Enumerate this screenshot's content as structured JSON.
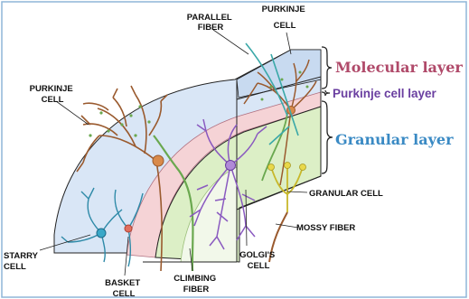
{
  "labels": {
    "parallel_fiber": [
      "PARALLEL",
      "FIBER"
    ],
    "purkinje_cell_top": [
      "PURKINJE",
      "CELL"
    ],
    "purkinje_cell_left": [
      "PURKINJE",
      "CELL"
    ],
    "granular_cell": "GRANULAR CELL",
    "mossy_fiber": "MOSSY FIBER",
    "golgi_cell": [
      "GOLGI'S",
      "CELL"
    ],
    "climbing_fiber": [
      "CLIMBING",
      "FIBER"
    ],
    "basket_cell": [
      "BASKET",
      "CELL"
    ],
    "starry_cell": [
      "STARRY",
      "CELL"
    ]
  },
  "layers": {
    "molecular": "Molecular layer",
    "purkinje": "Purkinje cell layer",
    "granular": "Granular layer"
  },
  "colors": {
    "molecular_layer": "#d9e6f6",
    "purkinje_layer": "#f5d3d6",
    "granular_layer": "#dcefc6",
    "molecular_text": "#b04a6a",
    "purkinje_text": "#6a3fa0",
    "granular_text": "#3a8ac4",
    "purkinje_dendrite": "#9a5a2e",
    "golgi": "#8a5ac0",
    "basket_starry": "#2e8aa8",
    "climbing": "#6aa84f",
    "granule": "#d8c83a",
    "frame": "#6a9ac0"
  }
}
